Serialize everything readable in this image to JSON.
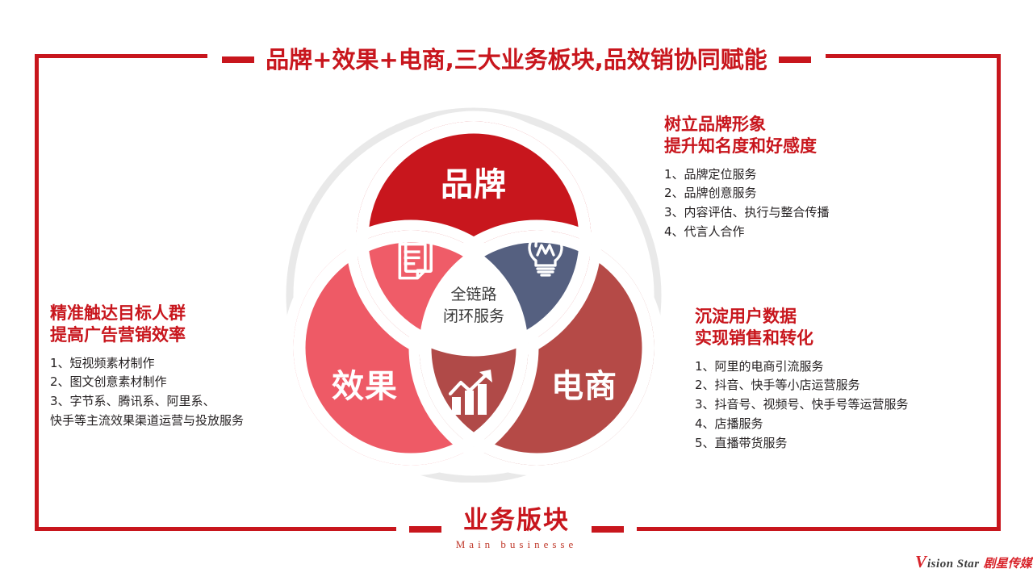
{
  "slide": {
    "top_title": "品牌+效果+电商,三大业务板块,品效销协同赋能",
    "bottom_title_cn": "业务版块",
    "bottom_title_en": "Main businesse"
  },
  "venn": {
    "center_line1": "全链路",
    "center_line2": "闭环服务",
    "lobes": [
      {
        "key": "brand",
        "label": "品牌",
        "color": "#c8161d"
      },
      {
        "key": "effect",
        "label": "效果",
        "color": "#ee5a66"
      },
      {
        "key": "ecom",
        "label": "电商",
        "color": "#b54a47"
      }
    ],
    "petals": [
      {
        "key": "doc",
        "icon": "document-icon",
        "color": "#ef5c68"
      },
      {
        "key": "idea",
        "icon": "lightbulb-icon",
        "color": "#556080"
      },
      {
        "key": "chart",
        "icon": "growth-chart-icon",
        "color": "#b04a48"
      }
    ],
    "ring_color": "#e8e8e8"
  },
  "blocks": {
    "brand": {
      "heading_line1": "树立品牌形象",
      "heading_line2": "提升知名度和好感度",
      "items": [
        "1、品牌定位服务",
        "2、品牌创意服务",
        "3、内容评估、执行与整合传播",
        "4、代言人合作"
      ]
    },
    "ecommerce": {
      "heading_line1": "沉淀用户数据",
      "heading_line2": "实现销售和转化",
      "items": [
        "1、阿里的电商引流服务",
        "2、抖音、快手等小店运营服务",
        "3、抖音号、视频号、快手号等运营服务",
        "4、店播服务",
        "5、直播带货服务"
      ]
    },
    "effect": {
      "heading_line1": "精准触达目标人群",
      "heading_line2": "提高广告营销效率",
      "items": [
        "1、短视频素材制作",
        "2、图文创意素材制作",
        "3、字节系、腾讯系、阿里系、",
        "快手等主流效果渠道运营与投放服务"
      ]
    }
  },
  "logo": {
    "initial": "V",
    "name_en": "ision Star",
    "name_cn": "剧星传媒"
  }
}
